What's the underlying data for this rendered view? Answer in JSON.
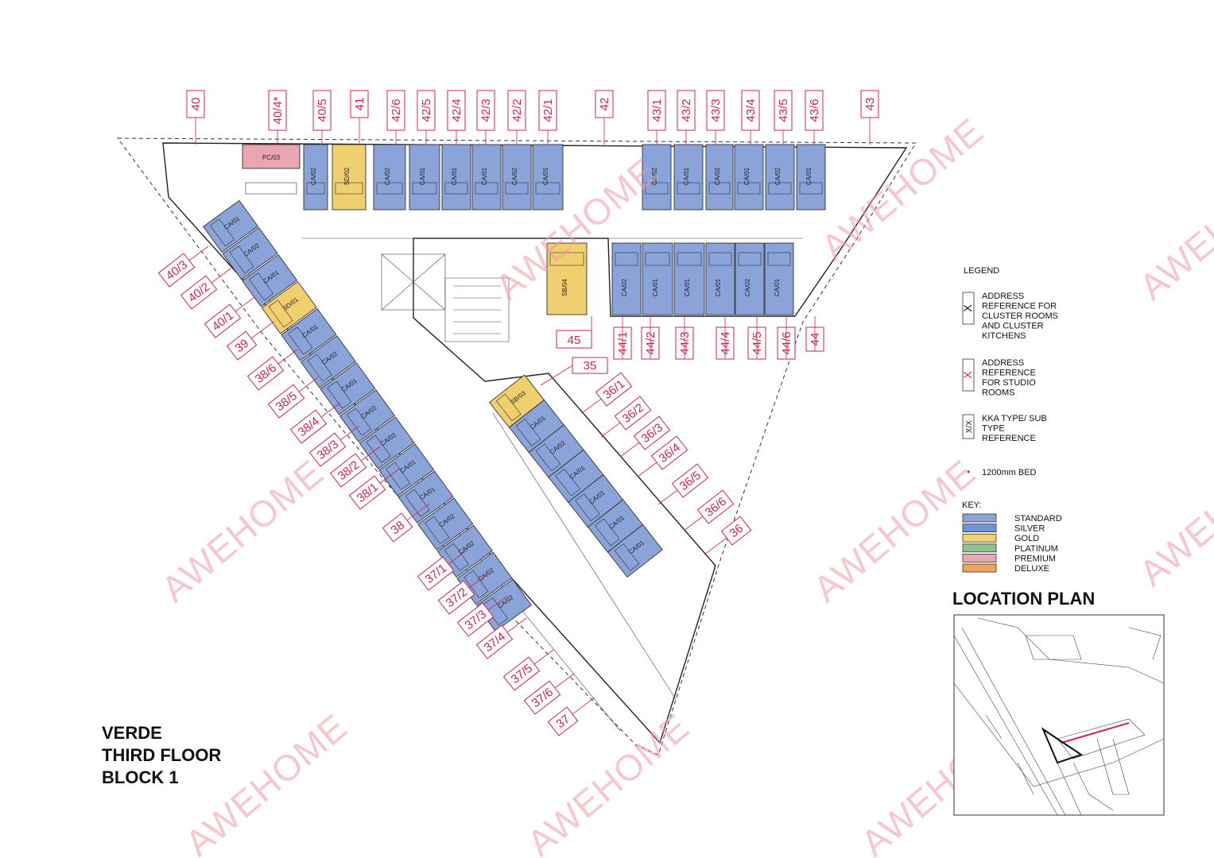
{
  "title_lines": [
    "VERDE",
    "THIRD FLOOR",
    "BLOCK 1"
  ],
  "legend": {
    "heading": "LEGEND",
    "items": [
      {
        "symbol": "X",
        "symbol_color": "#111111",
        "text": [
          "ADDRESS",
          "REFERENCE FOR",
          "CLUSTER ROOMS",
          "AND CLUSTER",
          "KITCHENS"
        ]
      },
      {
        "symbol": "X",
        "symbol_color": "#d6224a",
        "text": [
          "ADDRESS",
          "REFERENCE",
          "FOR STUDIO",
          "ROOMS"
        ]
      },
      {
        "symbol": "X/X",
        "symbol_color": "#111111",
        "text": [
          "KKA TYPE/ SUB",
          "TYPE",
          "REFERENCE"
        ]
      },
      {
        "symbol": "•",
        "symbol_color": "#d6224a",
        "text": [
          "1200mm BED"
        ]
      }
    ]
  },
  "key": {
    "heading": "KEY:",
    "items": [
      {
        "label": "STANDARD",
        "color": "#8aa3d8"
      },
      {
        "label": "SILVER",
        "color": "#6f94d6"
      },
      {
        "label": "GOLD",
        "color": "#efd36e"
      },
      {
        "label": "PLATINUM",
        "color": "#8ec48a"
      },
      {
        "label": "PREMIUM",
        "color": "#e8a6b0"
      },
      {
        "label": "DELUXE",
        "color": "#efa65a"
      }
    ]
  },
  "location_plan_title": "LOCATION PLAN",
  "watermark_text": "AWEHOME",
  "address_labels": {
    "top": [
      "40",
      "40/4*",
      "40/5",
      "41",
      "42/6",
      "42/5",
      "42/4",
      "42/3",
      "42/2",
      "42/1",
      "42",
      "43/1",
      "43/2",
      "43/3",
      "43/4",
      "43/5",
      "43/6",
      "43"
    ],
    "inner": [
      "45",
      "44/1",
      "44/2",
      "44/3",
      "44/4",
      "44/5",
      "44/6",
      "44"
    ],
    "left": [
      "40/3",
      "40/2",
      "40/1",
      "39",
      "38/6",
      "38/5",
      "38/4",
      "38/3",
      "38/2",
      "38/1",
      "38",
      "37/1",
      "37/2",
      "37/3",
      "37/4",
      "37/5",
      "37/6",
      "37"
    ],
    "right": [
      "35",
      "36/1",
      "36/2",
      "36/3",
      "36/4",
      "36/5",
      "36/6",
      "36"
    ]
  },
  "unit_codes": {
    "top_row": [
      "PC/03",
      "CA/02",
      "SD/02",
      "CA/02",
      "CA/01",
      "CA/01",
      "CA/01",
      "CA/02",
      "CA/01",
      "CA/02",
      "CA/01",
      "CA/02",
      "CA/01",
      "CA/02",
      "CA/01"
    ],
    "inner_row": [
      "SB/04",
      "CA/02",
      "CA/01",
      "CA/01",
      "CA/01",
      "CA/02",
      "CA/01"
    ],
    "left_diag": [
      "CA/01",
      "CA/02",
      "CA/01",
      "SD/01",
      "CA/01",
      "CA/02",
      "CA/01",
      "CA/02",
      "CA/02",
      "CA/01",
      "CA/01",
      "CA/02",
      "CA/02",
      "CA/02",
      "CA/02"
    ],
    "right_diag": [
      "SB/03",
      "CA/01",
      "CA/02",
      "CA/01",
      "CA/01",
      "CA/01",
      "CA/01"
    ]
  }
}
